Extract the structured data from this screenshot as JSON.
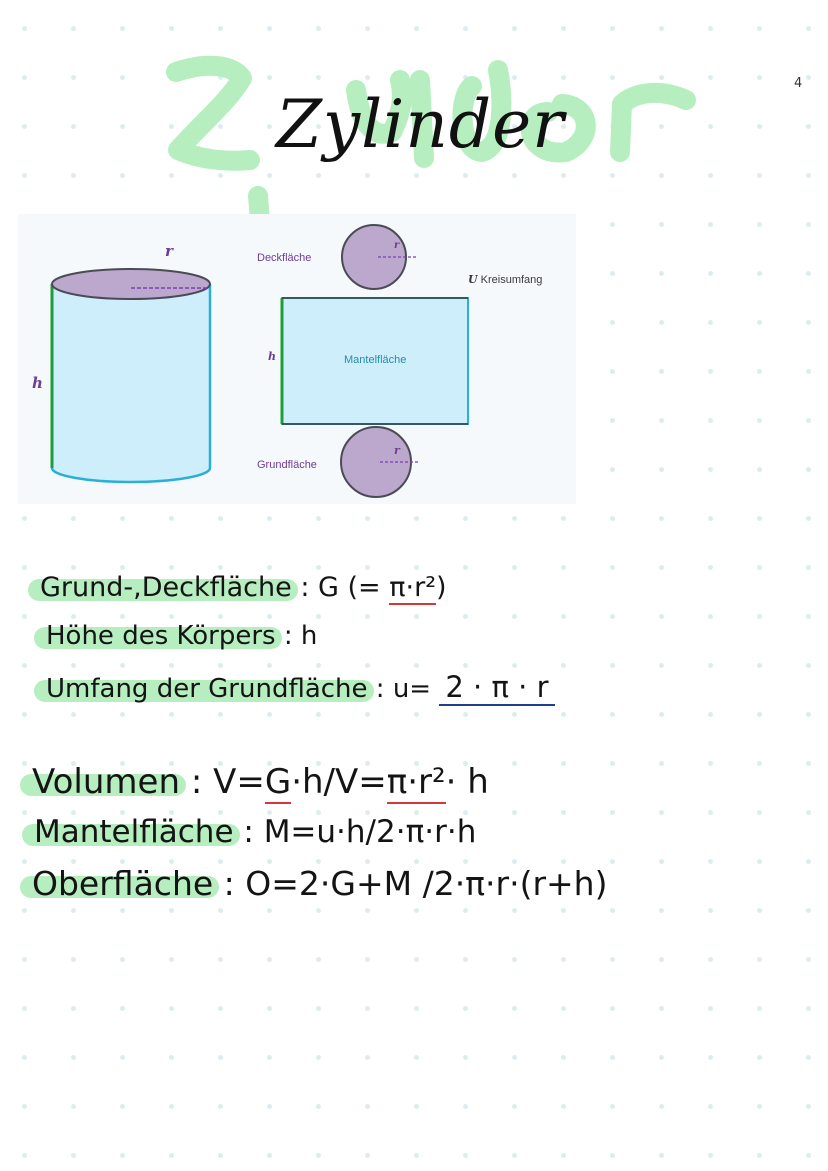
{
  "page_number": "4",
  "title": "Zylinder",
  "figure": {
    "labels": {
      "deckflaeche": "Deckfläche",
      "mantelflaeche": "Mantelfläche",
      "grundflaeche": "Grundfläche",
      "kreisumfang": "Kreisumfang",
      "u": "U",
      "r": "r",
      "h": "h"
    },
    "colors": {
      "lateral_fill": "#cdeefa",
      "lateral_edge": "#2ab0d6",
      "height_edge": "#1e9e3a",
      "circle_fill": "#bca8cd",
      "circle_edge": "#4b4b55",
      "radius": "#7a3fb5",
      "highlight": "#b7eec0"
    }
  },
  "notes": {
    "grund_label": "Grund-,Deckfläche",
    "grund_formula_prefix": ": G (=",
    "grund_formula_ul": "π·r²",
    "grund_formula_suffix": ")",
    "hoehe_label": "Höhe des Körpers",
    "hoehe_formula": ": h",
    "umfang_label": "Umfang der Grundfläche",
    "umfang_formula_prefix": ": u=",
    "umfang_formula_ul": "2 · π · r",
    "volumen_label": "Volumen",
    "volumen_f1": ": V=",
    "volumen_f2": "G",
    "volumen_f3": "·h/V=",
    "volumen_f4": "π·r²",
    "volumen_f5": "· h",
    "mantel_label": "Mantelfläche",
    "mantel_formula": ": M=u·h/2·π·r·h",
    "ober_label": "Oberfläche",
    "ober_formula": ": O=2·G+M /2·π·r·(r+h)"
  }
}
